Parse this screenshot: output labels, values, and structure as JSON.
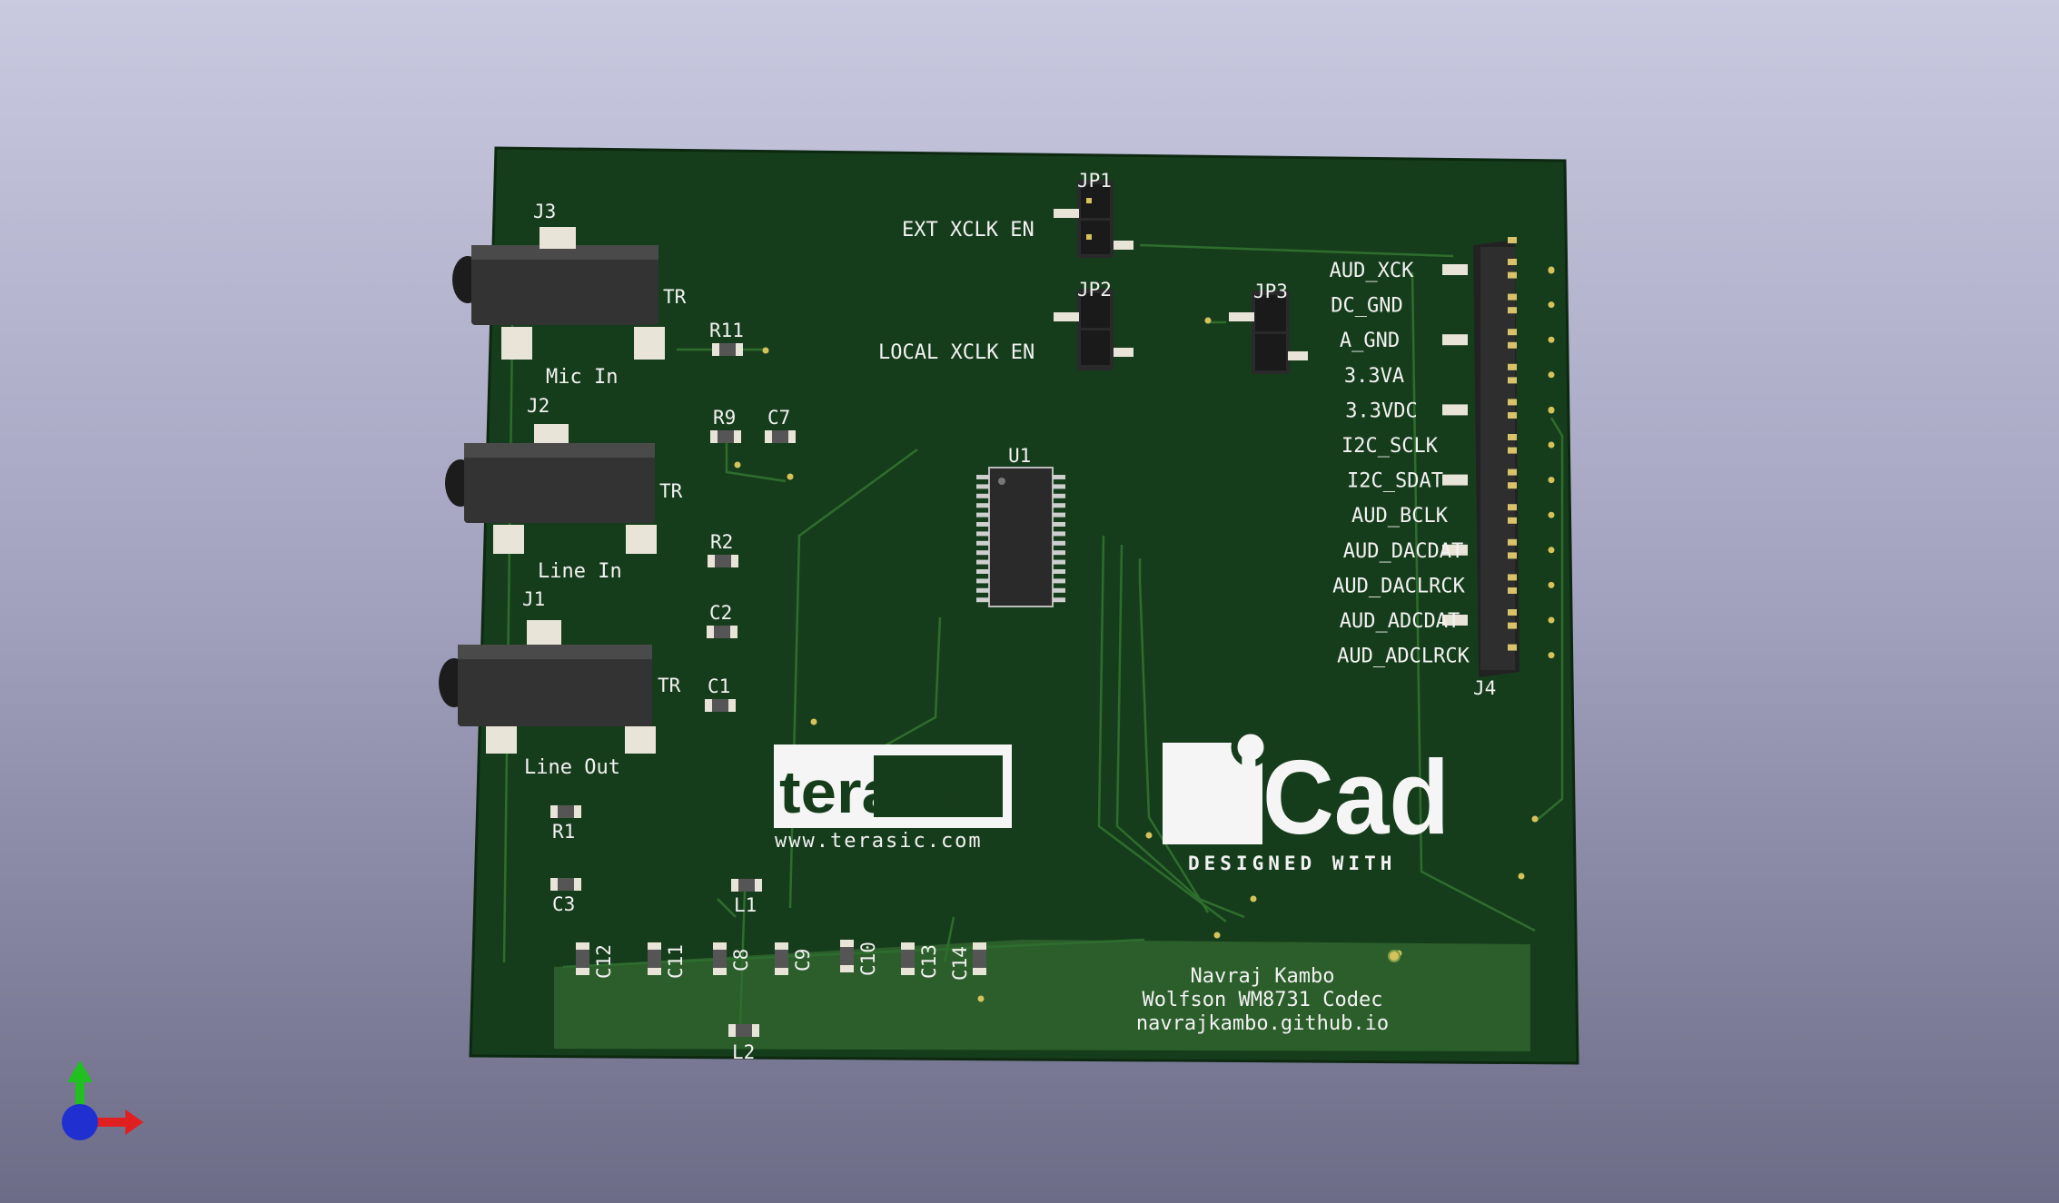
{
  "board": {
    "colors": {
      "soldermask": "#163d1b",
      "copper_pour": "#2c5e2b",
      "silkscreen": "#f2f2f2",
      "component_body": "#333333",
      "pad": "#e9e4d8"
    }
  },
  "jacks": [
    {
      "ref": "J3",
      "name": "Mic In",
      "tr": "TR"
    },
    {
      "ref": "J2",
      "name": "Line In",
      "tr": "TR"
    },
    {
      "ref": "J1",
      "name": "Line Out",
      "tr": "TR"
    }
  ],
  "jumpers": {
    "jp1": {
      "ref": "JP1",
      "label": "EXT XCLK EN"
    },
    "jp2": {
      "ref": "JP2",
      "label": "LOCAL XCLK EN"
    },
    "jp3": {
      "ref": "JP3"
    }
  },
  "ic": {
    "ref": "U1"
  },
  "header": {
    "ref": "J4",
    "pins": [
      "AUD_XCK",
      "DC_GND",
      "A_GND",
      "3.3VA",
      "3.3VDC",
      "I2C_SCLK",
      "I2C_SDAT",
      "AUD_BCLK",
      "AUD_DACDAT",
      "AUD_DACLRCK",
      "AUD_ADCDAT",
      "AUD_ADCLRCK"
    ]
  },
  "passives": {
    "r11": "R11",
    "r9": "R9",
    "c7": "C7",
    "r2": "R2",
    "c2": "C2",
    "c1": "C1",
    "r1": "R1",
    "c3": "C3",
    "l1": "L1",
    "l2": "L2",
    "c12": "C12",
    "c11": "C11",
    "c8": "C8",
    "c9": "C9",
    "c10": "C10",
    "c13": "C13",
    "c14": "C14"
  },
  "logos": {
    "terasic": {
      "main": "terasIC",
      "url": "www.terasic.com"
    },
    "kicad": {
      "main": "KiCad",
      "sub": "DESIGNED WITH"
    }
  },
  "credits": {
    "author": "Navraj Kambo",
    "project": "Wolfson WM8731 Codec",
    "site": "navrajkambo.github.io"
  },
  "axes": {
    "x_color": "#e02020",
    "y_color": "#20c020",
    "z_color": "#2030d0"
  }
}
